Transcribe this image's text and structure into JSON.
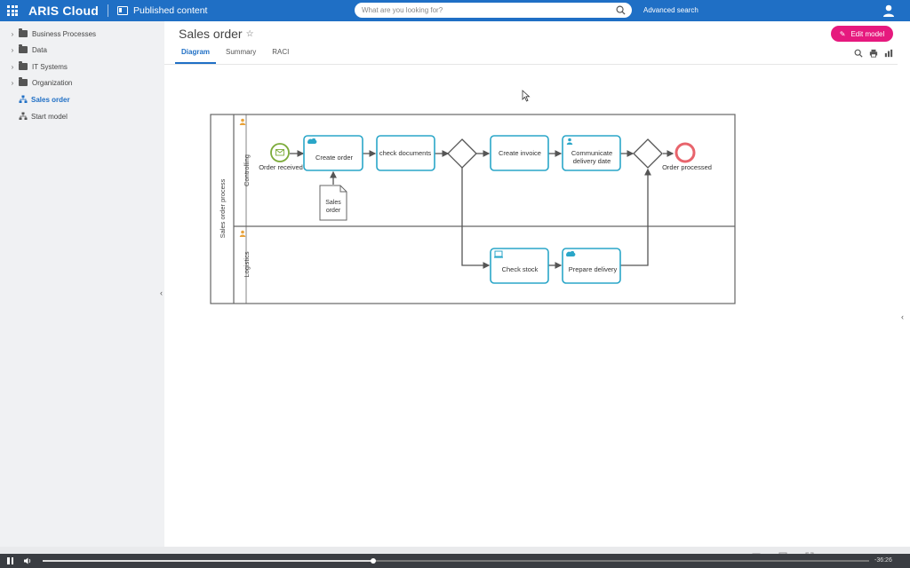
{
  "header": {
    "brand": "ARIS Cloud",
    "section": "Published content",
    "search_placeholder": "What are you looking for?",
    "advanced_search": "Advanced search",
    "brand_color": "#1f6fc5"
  },
  "sidebar": {
    "items": [
      {
        "label": "Business Processes",
        "kind": "folder"
      },
      {
        "label": "Data",
        "kind": "folder"
      },
      {
        "label": "IT Systems",
        "kind": "folder"
      },
      {
        "label": "Organization",
        "kind": "folder"
      },
      {
        "label": "Sales order",
        "kind": "model",
        "active": true
      },
      {
        "label": "Start model",
        "kind": "model"
      }
    ]
  },
  "page": {
    "title": "Sales order",
    "edit_button": "Edit model",
    "tabs": [
      {
        "label": "Diagram",
        "active": true
      },
      {
        "label": "Summary"
      },
      {
        "label": "RACI"
      }
    ],
    "accent_color": "#e6197e"
  },
  "diagram": {
    "pool_label": "Sales order process",
    "lanes": [
      {
        "label": "Controlling"
      },
      {
        "label": "Logistics"
      }
    ],
    "start_event": "Order received",
    "end_event": "Order processed",
    "tasks": {
      "create_order": "Create order",
      "check_documents": "check documents",
      "create_invoice": "Create invoice",
      "communicate_line1": "Communicate",
      "communicate_line2": "delivery date",
      "check_stock": "Check stock",
      "prepare_delivery": "Prepare delivery"
    },
    "document_line1": "Sales",
    "document_line2": "order",
    "task_border_color": "#2aa6c8"
  },
  "player": {
    "time": "-36:26",
    "progress": 0.4
  }
}
